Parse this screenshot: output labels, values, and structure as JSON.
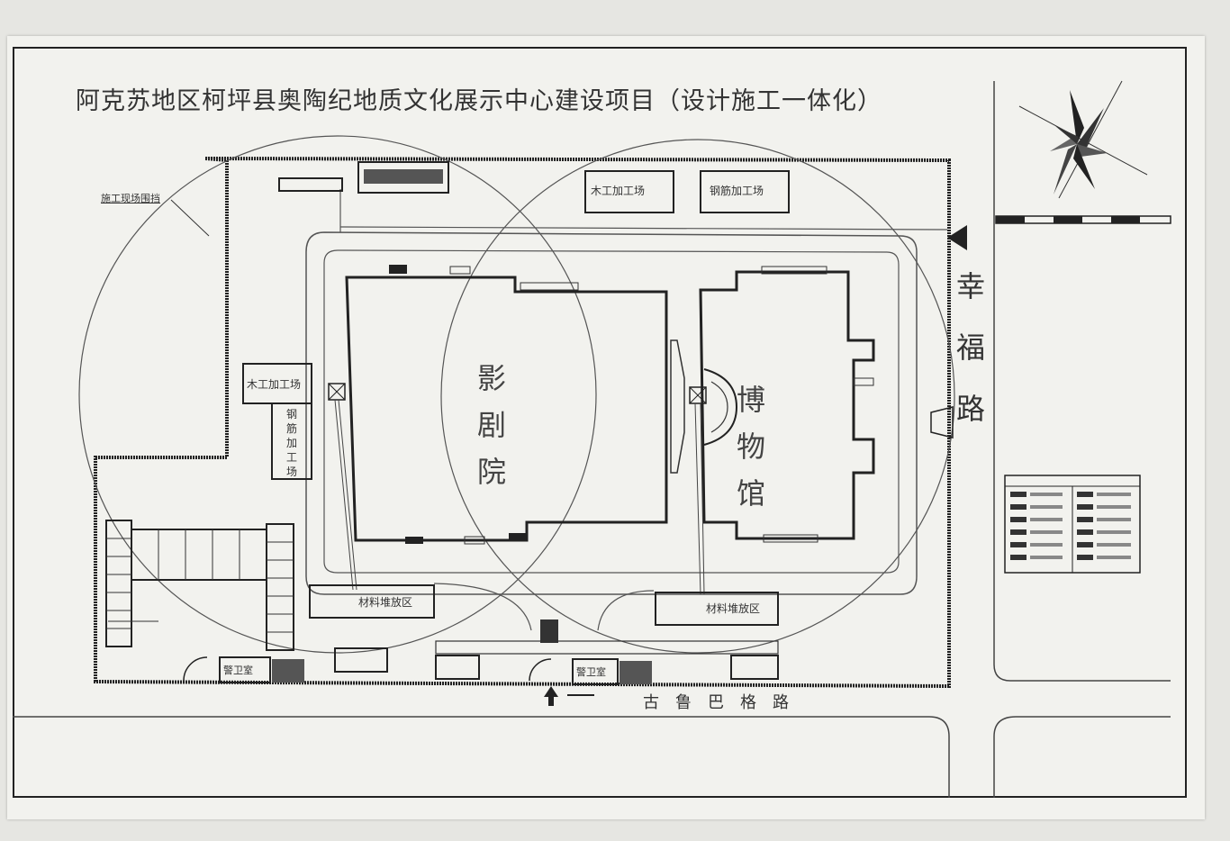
{
  "title": "阿克苏地区柯坪县奥陶纪地质文化展示中心建设项目（设计施工一体化）",
  "buildings": {
    "theater": [
      "影",
      "剧",
      "院"
    ],
    "museum": [
      "博",
      "物",
      "馆"
    ]
  },
  "roads": {
    "east": [
      "幸",
      "福",
      "路"
    ],
    "south": "古鲁巴格路"
  },
  "areas": {
    "carpentry_1": "木工加工场",
    "rebar_1": "钢筋加工场",
    "carpentry_2": "木工加工场",
    "rebar_2": [
      "钢",
      "筋",
      "加",
      "工",
      "场"
    ],
    "material_1": "材料堆放区",
    "material_2": "材料堆放区",
    "fence_label": "施工现场围挡",
    "guard_1": "警卫室",
    "guard_2": "警卫室"
  },
  "colors": {
    "ink": "#222222",
    "paper": "#f2f2ee"
  }
}
